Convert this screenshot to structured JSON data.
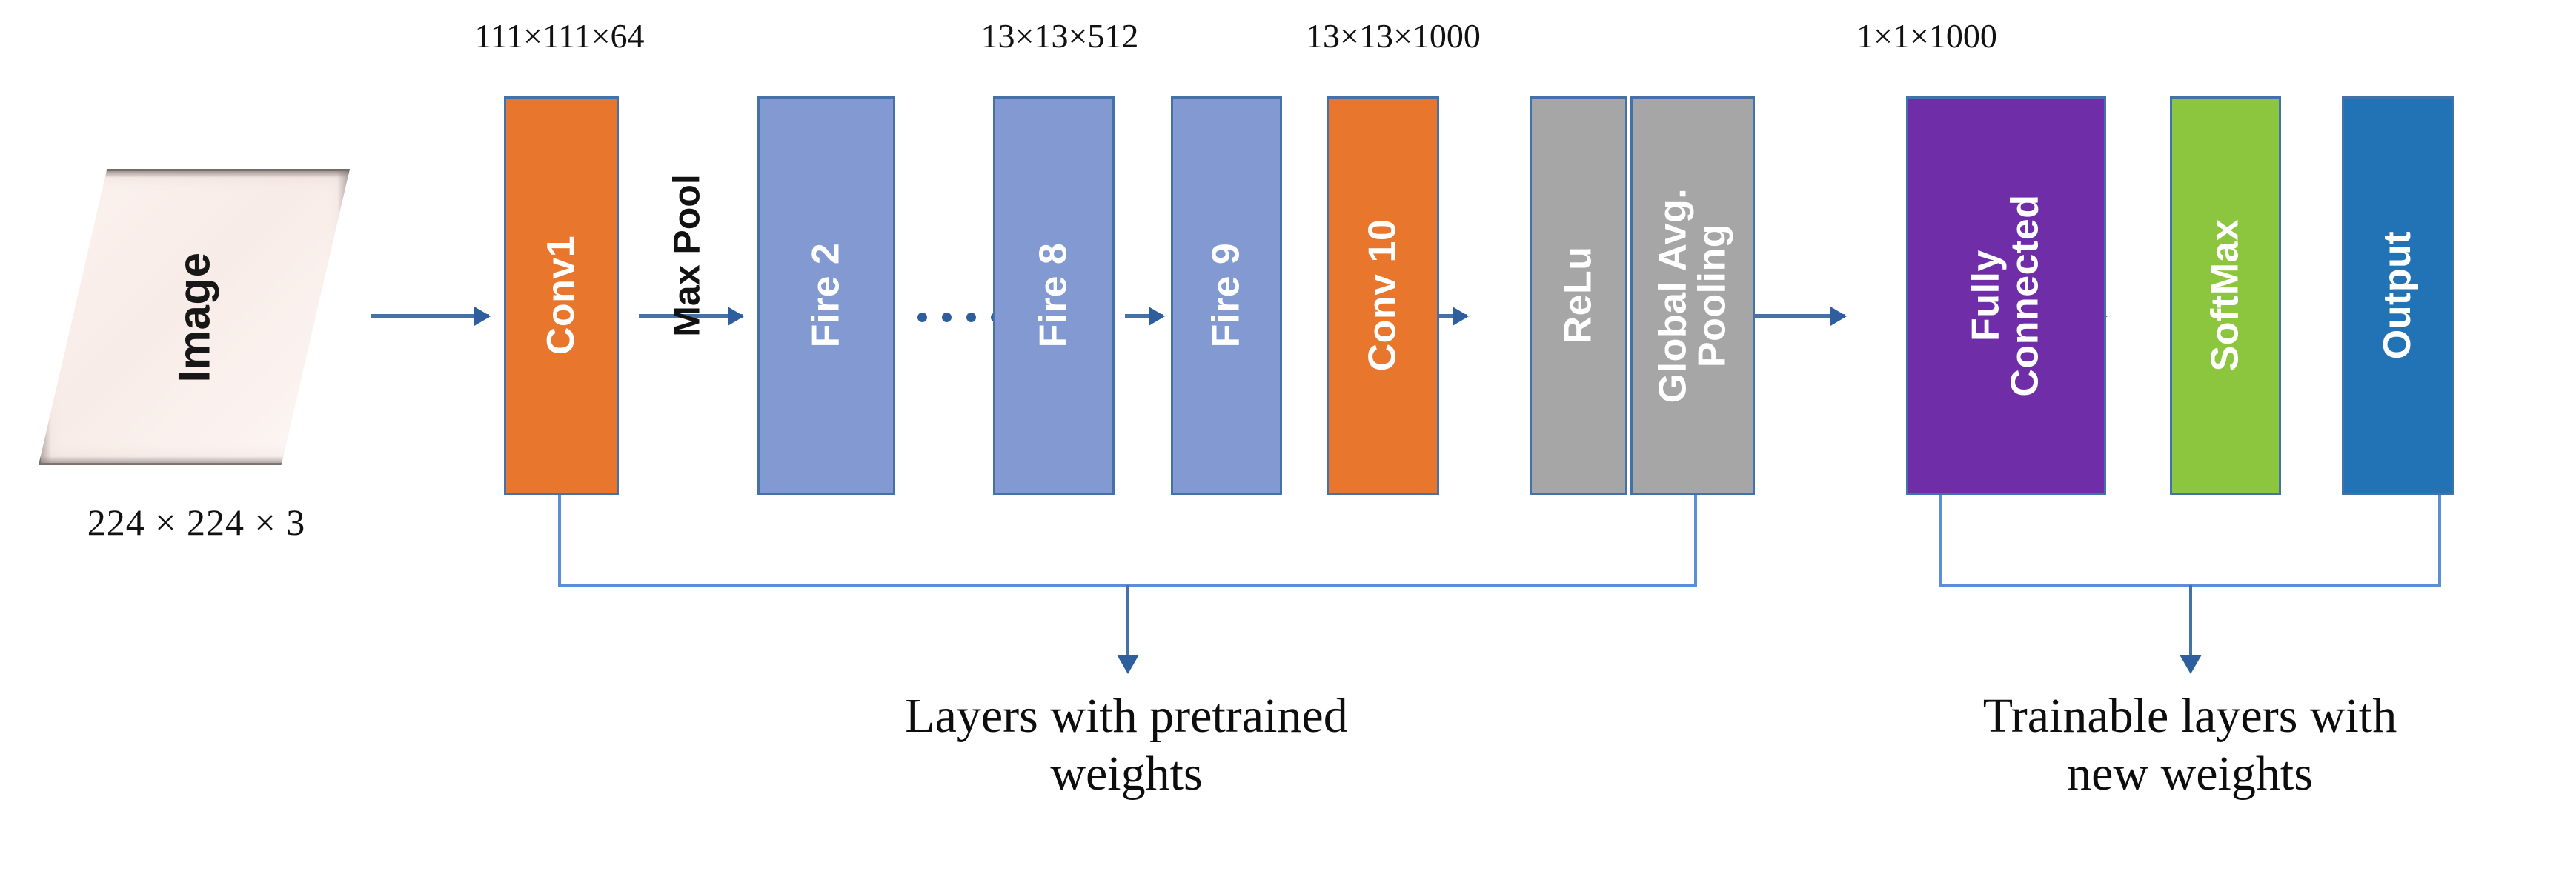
{
  "figure": {
    "title": "SqueezeNet transfer-learning architecture",
    "background": "#ffffff"
  },
  "input": {
    "shape_label": "Image",
    "dimensions": "224 × 224 × 3"
  },
  "dimension_labels": [
    {
      "text": "111×111×64"
    },
    {
      "text": "13×13×512"
    },
    {
      "text": "13×13×1000"
    },
    {
      "text": "1×1×1000"
    }
  ],
  "annotations": {
    "max_pool": "Max Pool"
  },
  "layers": [
    {
      "label": "Conv1",
      "color": "#e8762c",
      "text_color": "#ffffff"
    },
    {
      "label": "Fire 2",
      "color": "#8299d2",
      "text_color": "#ffffff"
    },
    {
      "label": "Fire 8",
      "color": "#8299d2",
      "text_color": "#ffffff"
    },
    {
      "label": "Fire 9",
      "color": "#8299d2",
      "text_color": "#ffffff"
    },
    {
      "label": "Conv 10",
      "color": "#e8762c",
      "text_color": "#ffffff"
    },
    {
      "label": "ReLu",
      "color": "#a6a6a6",
      "text_color": "#ffffff"
    },
    {
      "label": "Global Avg.\nPooling",
      "color": "#a6a6a6",
      "text_color": "#ffffff"
    },
    {
      "label": "Fully\nConnected",
      "color": "#6f2da8",
      "text_color": "#ffffff"
    },
    {
      "label": "SoftMax",
      "color": "#8cc63e",
      "text_color": "#ffffff"
    },
    {
      "label": "Output",
      "color": "#2272b6",
      "text_color": "#ffffff"
    }
  ],
  "groups": [
    {
      "caption_line1": "Layers with pretrained",
      "caption_line2": "weights"
    },
    {
      "caption_line1": "Trainable layers with",
      "caption_line2": "new weights"
    }
  ],
  "colors": {
    "conv": "#e8762c",
    "fire": "#8299d2",
    "pool": "#a6a6a6",
    "fc": "#6f2da8",
    "softmax": "#8cc63e",
    "output": "#2272b6",
    "arrow": "#4472a8",
    "bracket": "#5b8fd4",
    "border": "#4472a8",
    "text": "#111111"
  }
}
